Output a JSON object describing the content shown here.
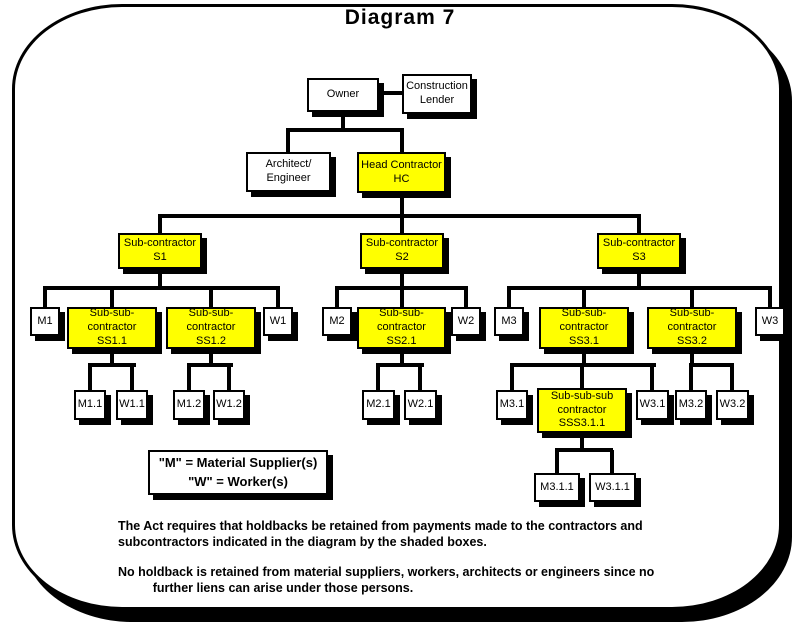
{
  "title": "Diagram 7",
  "palette": {
    "highlight": "#FFFF00",
    "plain": "#FFFFFF",
    "line": "#000000"
  },
  "nodes": {
    "owner": "Owner",
    "lender": "Construction\nLender",
    "architect": "Architect/\nEngineer",
    "head_contractor": "Head Contractor\nHC",
    "s1": "Sub-contractor\nS1",
    "s2": "Sub-contractor\nS2",
    "s3": "Sub-contractor\nS3",
    "m1": "M1",
    "ss11": "Sub-sub-\ncontractor\nSS1.1",
    "ss12": "Sub-sub-\ncontractor\nSS1.2",
    "w1": "W1",
    "m2": "M2",
    "ss21": "Sub-sub-\ncontractor\nSS2.1",
    "w2": "W2",
    "m3": "M3",
    "ss31": "Sub-sub-\ncontractor\nSS3.1",
    "ss32": "Sub-sub-\ncontractor\nSS3.2",
    "w3": "W3",
    "m11": "M1.1",
    "w11": "W1.1",
    "m12": "M1.2",
    "w12": "W1.2",
    "m21": "M2.1",
    "w21": "W2.1",
    "m31": "M3.1",
    "sss311": "Sub-sub-sub\ncontractor\nSSS3.1.1",
    "w31": "W3.1",
    "m32": "M3.2",
    "w32": "W3.2",
    "m311": "M3.1.1",
    "w311": "W3.1.1"
  },
  "legend": "\"M\" = Material Supplier(s)\n\"W\" = Worker(s)",
  "notes": {
    "p1": "The Act requires that holdbacks be retained from payments made to the contractors and\nsubcontractors indicated in the diagram by the shaded boxes.",
    "p2": "No holdback is retained from material suppliers, workers, architects or engineers since no\n          further liens can arise under those persons."
  }
}
